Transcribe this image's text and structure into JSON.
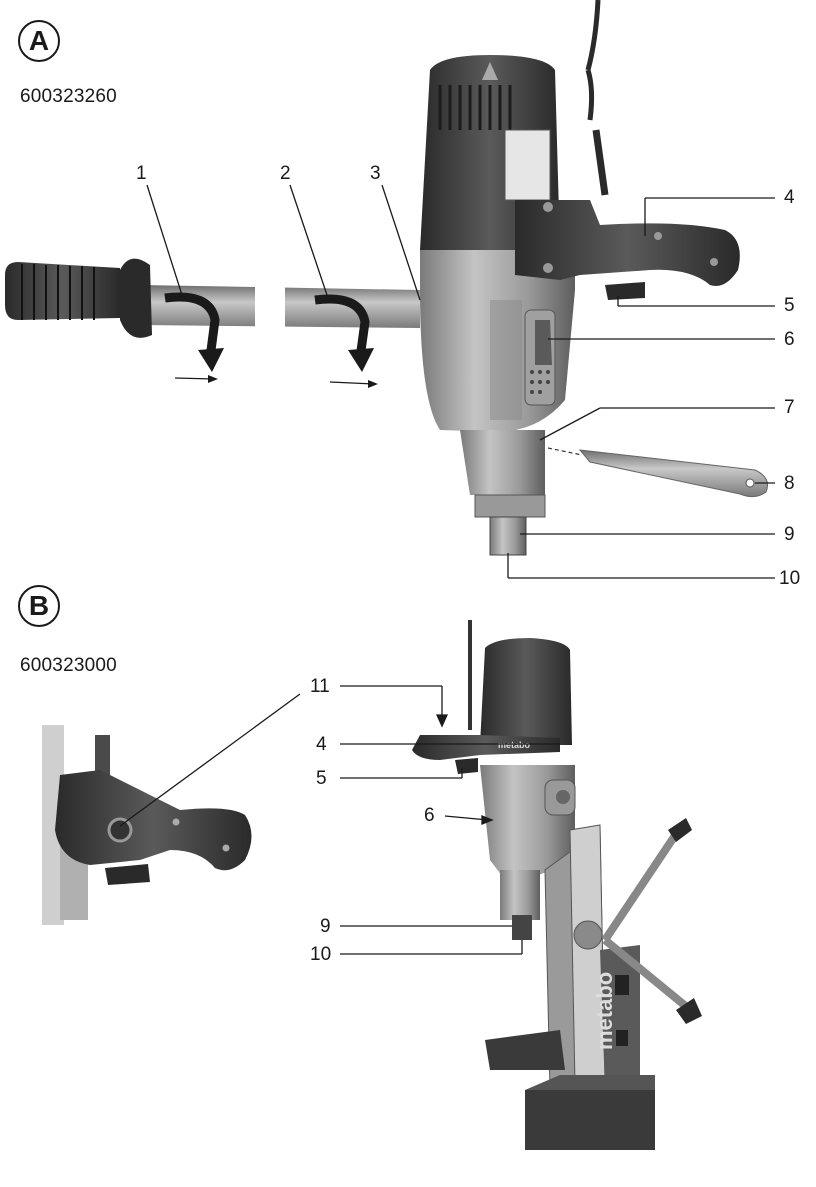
{
  "section_a": {
    "letter": "A",
    "model": "600323260",
    "callouts": [
      "1",
      "2",
      "3",
      "4",
      "5",
      "6",
      "7",
      "8",
      "9",
      "10"
    ]
  },
  "section_b": {
    "letter": "B",
    "model": "600323000",
    "callouts": [
      "11",
      "4",
      "5",
      "6",
      "9",
      "10"
    ],
    "brand": "metabo"
  },
  "colors": {
    "ink": "#1a1a1a",
    "housing_dark": "#3a3a3a",
    "housing_mid": "#8c8c8c",
    "housing_light": "#b5b5b5"
  }
}
